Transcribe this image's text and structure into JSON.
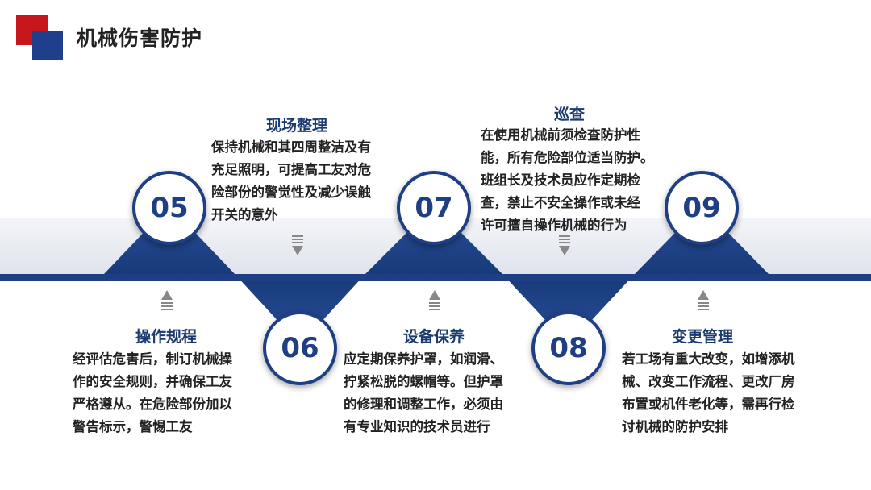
{
  "title": "机械伤害防护",
  "colors": {
    "accent_blue": "#1e3f84",
    "accent_red": "#c8161d",
    "text": "#222222"
  },
  "steps": [
    {
      "number": "05",
      "heading": "现场整理",
      "text": "保持机械和其四周整洁及有\n充足照明，可提高工友对危\n险部份的警觉性及减少误触\n开关的意外"
    },
    {
      "number": "06",
      "heading": "操作规程",
      "text": "经评估危害后，制订机械操\n作的安全规则，并确保工友\n严格遵从。在危险部份加以\n警告标示，警惕工友"
    },
    {
      "number": "07",
      "heading": "巡查",
      "text": "在使用机械前须检查防护性\n能，所有危险部位适当防护。\n班组长及技术员应作定期检\n查，禁止不安全操作或未经\n许可擅自操作机械的行为"
    },
    {
      "number": "08",
      "heading": "设备保养",
      "text": "应定期保养护罩，如润滑、\n拧紧松脱的螺帽等。但护罩\n的修理和调整工作，必须由\n有专业知识的技术员进行"
    },
    {
      "number": "09",
      "heading": "变更管理",
      "text": "若工场有重大改变，如增添机\n械、改变工作流程、更改厂房\n布置或机件老化等，需再行检\n讨机械的防护安排"
    }
  ]
}
